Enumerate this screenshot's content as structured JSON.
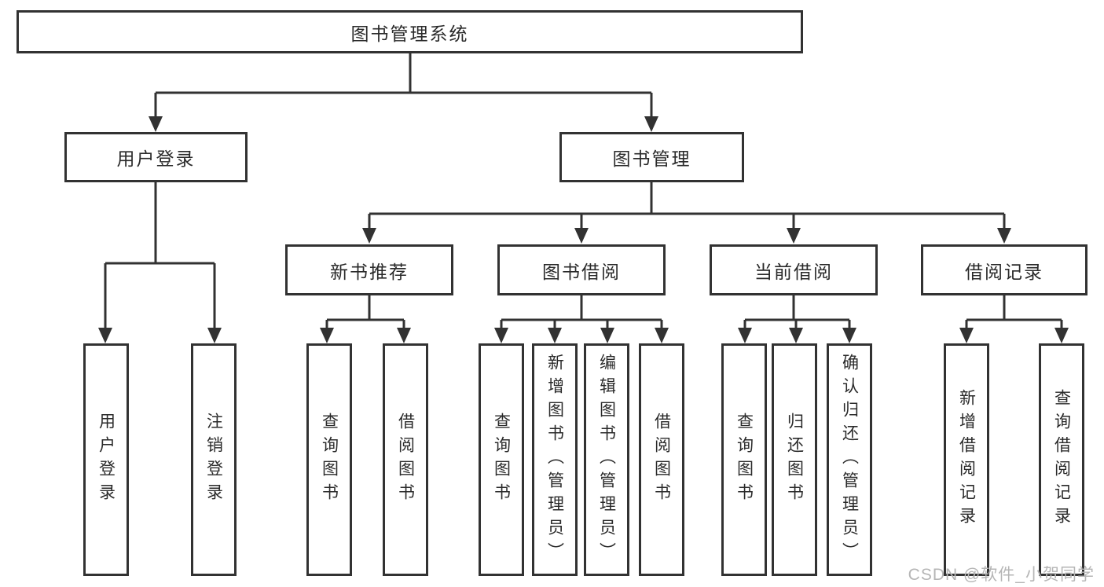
{
  "diagram": {
    "root": {
      "label": "图书管理系统"
    },
    "level2": [
      {
        "label": "用户登录"
      },
      {
        "label": "图书管理"
      }
    ],
    "level3": [
      {
        "label": "新书推荐"
      },
      {
        "label": "图书借阅"
      },
      {
        "label": "当前借阅"
      },
      {
        "label": "借阅记录"
      }
    ],
    "leaves": [
      {
        "label": "用户登录"
      },
      {
        "label": "注销登录"
      },
      {
        "label": "查询图书"
      },
      {
        "label": "借阅图书"
      },
      {
        "label": "查询图书"
      },
      {
        "label": "新增图书（管理员）"
      },
      {
        "label": "编辑图书（管理员）"
      },
      {
        "label": "借阅图书"
      },
      {
        "label": "查询图书"
      },
      {
        "label": "归还图书"
      },
      {
        "label": "确认归还（管理员）"
      },
      {
        "label": "新增借阅记录"
      },
      {
        "label": "查询借阅记录"
      }
    ]
  },
  "watermark": {
    "text": "CSDN @软件_小贺同学"
  },
  "colors": {
    "line": "#323232",
    "text": "#2a2a2a",
    "box_background": "#ffffff",
    "watermark": "#b5b5b5"
  }
}
